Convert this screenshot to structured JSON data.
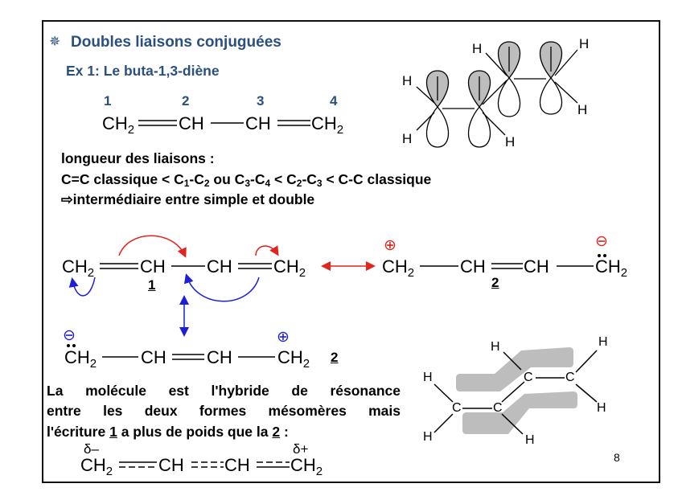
{
  "title": "Doubles liaisons conjuguées",
  "example": "Ex 1: Le buta-1,3-diène",
  "numbers": [
    "1",
    "2",
    "3",
    "4"
  ],
  "groups": {
    "ch2_main": "CH",
    "ch2_sub": "2",
    "ch": "CH"
  },
  "lengths": {
    "heading": "longueur des liaisons :",
    "line2": {
      "a": "C=C classique < C",
      "s1": "1",
      "b": "-C",
      "s2": "2",
      "c": " ou C",
      "s3": "3",
      "d": "-C",
      "s4": "4",
      "e": " < C",
      "s5": "2",
      "f": "-C",
      "s6": "3",
      "g": " < C-C classique"
    },
    "line3": "⇨intermédiaire entre simple et double"
  },
  "labels": {
    "form1": "1",
    "form2": "2"
  },
  "charges": {
    "plus": "⊕",
    "minus": "⊖",
    "delta_minus": "δ–",
    "delta_plus": "δ+"
  },
  "paragraph": [
    "La molécule est l'hybride de résonance",
    "entre les deux formes mésomères mais"
  ],
  "paragraph3": {
    "a": "l'écriture ",
    "n1": "1",
    "b": " a plus de poids que la ",
    "n2": "2",
    "c": " :"
  },
  "orbital_atoms": {
    "h": "H",
    "c": "C"
  },
  "page_number": "8",
  "colors": {
    "title": "#2b4f7e",
    "red": "#e3231d",
    "blue": "#1c1fd6",
    "lobe": "#bdbdbd"
  }
}
